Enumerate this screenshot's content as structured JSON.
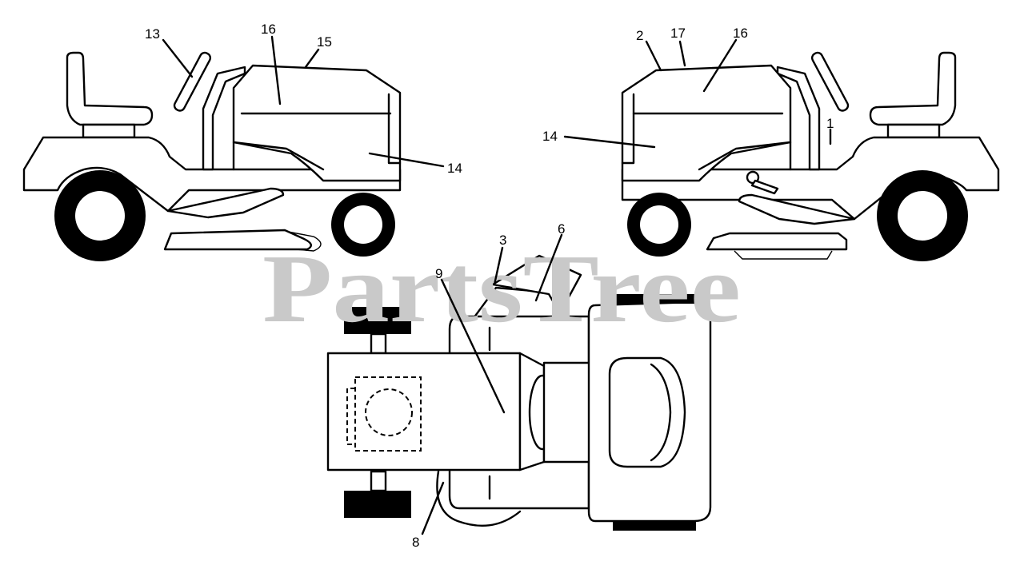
{
  "watermark": "PartsTree",
  "callouts": {
    "left_13": "13",
    "left_16": "16",
    "left_15": "15",
    "left_14": "14",
    "right_2": "2",
    "right_17": "17",
    "right_16": "16",
    "right_14": "14",
    "right_1": "1",
    "top_3": "3",
    "top_6": "6",
    "top_9": "9",
    "top_8": "8"
  }
}
